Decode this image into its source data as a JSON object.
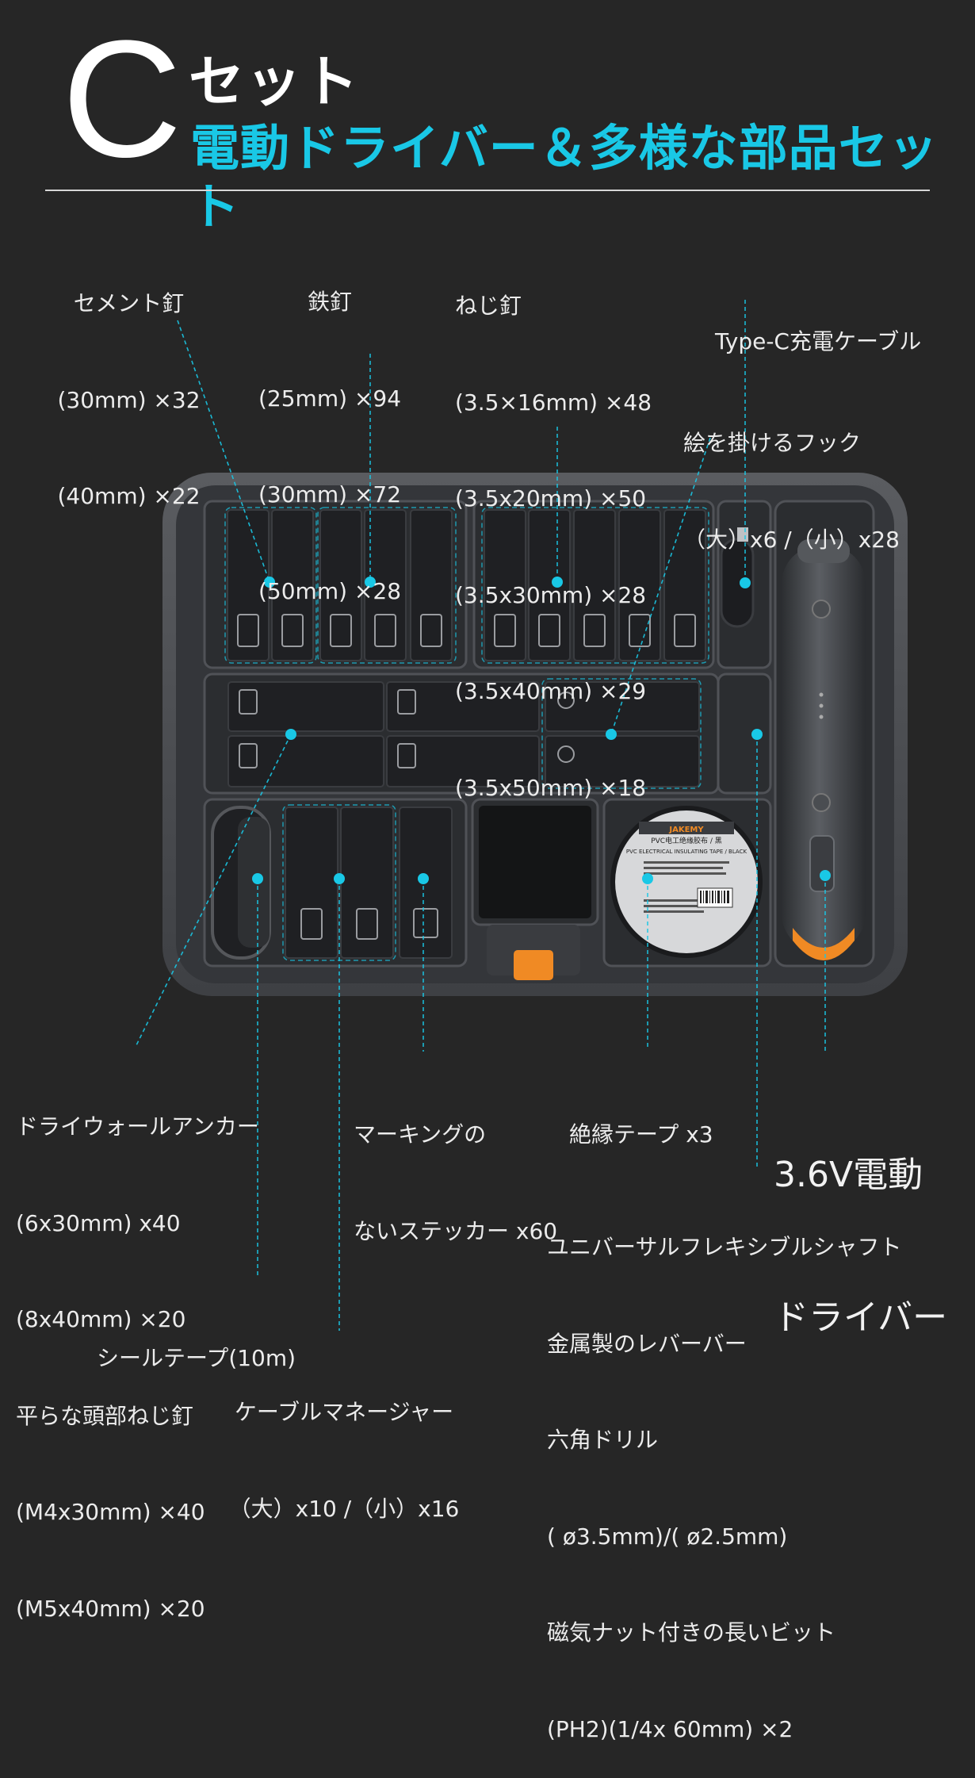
{
  "header": {
    "set_letter": "C",
    "set_word": "セット",
    "subtitle": "電動ドライバー＆多様な部品セット"
  },
  "labels": {
    "cement_nail": [
      "セメント釘",
      "(30mm) ×32",
      "(40mm) ×22"
    ],
    "iron_nail": [
      "鉄釘",
      "(25mm) ×94",
      "(30mm) ×72",
      "(50mm) ×28"
    ],
    "screw_nail": [
      "ねじ釘",
      "(3.5×16mm) ×48",
      "(3.5x20mm) ×50",
      "(3.5x30mm) ×28",
      "(3.5x40mm) ×29",
      "(3.5x50mm) ×18"
    ],
    "type_c_cable": [
      "Type-C充電ケーブル"
    ],
    "picture_hook": [
      "絵を掛けるフック",
      "（大）x6 /（小）x28"
    ],
    "drywall_anchor": [
      "ドライウォールアンカー",
      "(6x30mm) x40",
      "(8x40mm) ×20",
      "平らな頭部ねじ釘",
      "(M4x30mm) ×40",
      "(M5x40mm) ×20"
    ],
    "sticker": [
      "マーキングの",
      "ないステッカー x60"
    ],
    "insulating_tape": [
      "絶縁テープ x3"
    ],
    "driver": [
      "3.6V電動",
      "ドライバー"
    ],
    "shaft_set": [
      "ユニバーサルフレキシブルシャフト",
      "金属製のレバーバー",
      "六角ドリル",
      "( ø3.5mm)/( ø2.5mm)",
      "磁気ナット付きの長いビット",
      "(PH2)(1/4x 60mm) ×2"
    ],
    "seal_tape": [
      "シールテープ(10m)"
    ],
    "cable_manager": [
      "ケーブルマネージャー",
      "（大）x10 /（小）x16"
    ]
  },
  "tape_label": {
    "brand": "JAKEMY",
    "line1": "PVC电工绝缘胶布 / 黑",
    "line2": "PVC ELECTRICAL INSULATING TAPE / BLACK"
  },
  "colors": {
    "background": "#262626",
    "accent": "#19c8e6",
    "tray": "#4a4c50",
    "orange": "#f08a24"
  }
}
